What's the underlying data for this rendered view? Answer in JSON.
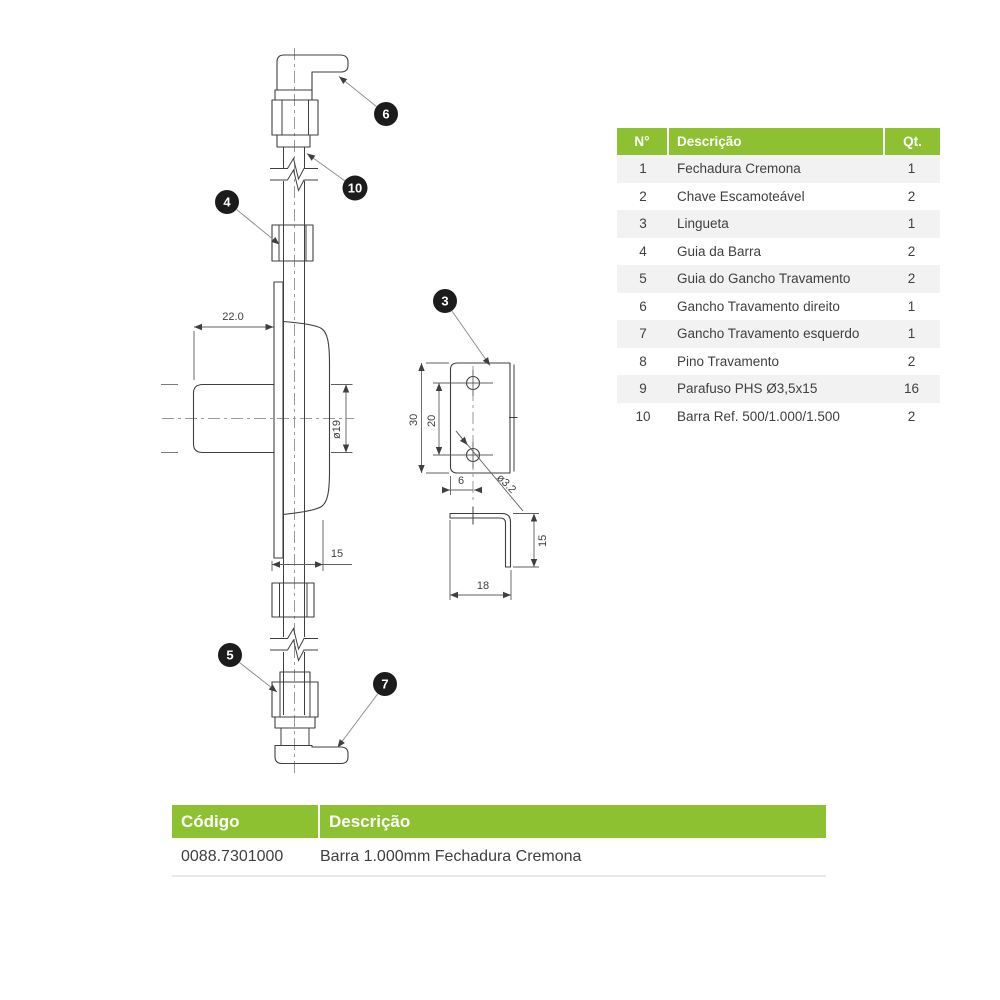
{
  "colors": {
    "accent_green": "#8ec132",
    "row_alt": "#f2f2f2",
    "table_text": "#3f3f3f",
    "header_text": "#ffffff",
    "line": "#3f3f3f",
    "dim_line": "#5f5f5f",
    "centerline": "#999999",
    "leader": "#8f8f8f",
    "callout_bg": "#1c1c1c",
    "callout_text": "#ffffff",
    "divider": "#e9e9e9"
  },
  "parts_table": {
    "headers": {
      "num": "N°",
      "desc": "Descrição",
      "qty": "Qt."
    },
    "rows": [
      {
        "num": "1",
        "desc": "Fechadura Cremona",
        "qty": "1"
      },
      {
        "num": "2",
        "desc": "Chave Escamoteável",
        "qty": "2"
      },
      {
        "num": "3",
        "desc": "Lingueta",
        "qty": "1"
      },
      {
        "num": "4",
        "desc": "Guia da Barra",
        "qty": "2"
      },
      {
        "num": "5",
        "desc": "Guia do Gancho Travamento",
        "qty": "2"
      },
      {
        "num": "6",
        "desc": "Gancho Travamento direito",
        "qty": "1"
      },
      {
        "num": "7",
        "desc": "Gancho Travamento esquerdo",
        "qty": "1"
      },
      {
        "num": "8",
        "desc": "Pino Travamento",
        "qty": "2"
      },
      {
        "num": "9",
        "desc": "Parafuso PHS Ø3,5x15",
        "qty": "16"
      },
      {
        "num": "10",
        "desc": "Barra Ref. 500/1.000/1.500",
        "qty": "2"
      }
    ]
  },
  "product_table": {
    "headers": {
      "code": "Código",
      "desc": "Descrição"
    },
    "row": {
      "code": "0088.7301000",
      "desc": "Barra 1.000mm Fechadura Cremona"
    }
  },
  "drawing": {
    "callouts": {
      "c3": "3",
      "c4": "4",
      "c5": "5",
      "c6": "6",
      "c7": "7",
      "c10": "10"
    },
    "dims": {
      "width_cylinder": "22.0",
      "diameter_cylinder": "ø19",
      "depth_lock": "15",
      "plate_height": "30",
      "hole_spacing": "20",
      "hole_offset": "6",
      "hole_diameter": "ø3.2",
      "bracket_height": "15",
      "bracket_width": "18"
    }
  }
}
